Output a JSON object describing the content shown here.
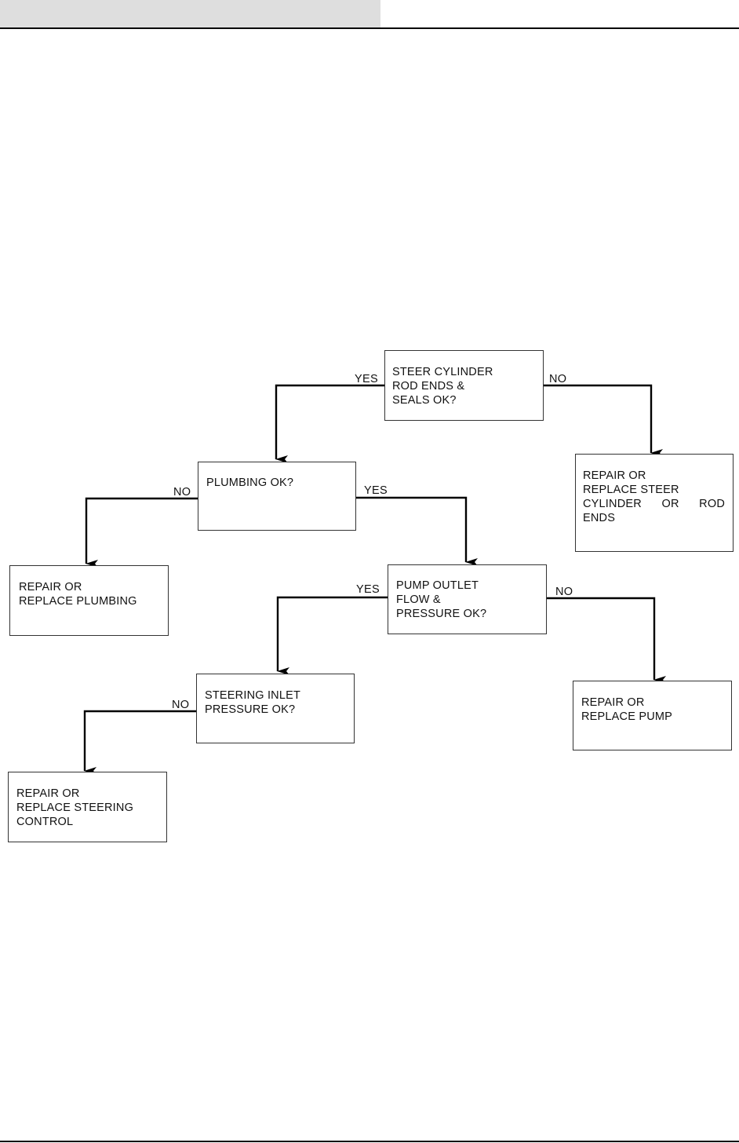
{
  "decisions": {
    "steer_cylinder": [
      "STEER CYLINDER",
      "ROD ENDS &",
      "SEALS OK?"
    ],
    "plumbing": [
      "PLUMBING OK?"
    ],
    "pump_outlet": [
      "PUMP OUTLET",
      "FLOW &",
      "PRESSURE OK?"
    ],
    "steering_inlet": [
      "STEERING INLET",
      "PRESSURE OK?"
    ]
  },
  "actions": {
    "replace_cylinder": [
      "REPAIR OR",
      "REPLACE STEER",
      [
        "CYLINDER",
        "OR",
        "ROD"
      ],
      "ENDS"
    ],
    "replace_plumbing": [
      "REPAIR OR",
      "REPLACE PLUMBING"
    ],
    "replace_pump": [
      "REPAIR OR",
      "REPLACE PUMP"
    ],
    "replace_control": [
      "REPAIR OR",
      "REPLACE STEERING",
      "CONTROL"
    ]
  },
  "branch_labels": {
    "yes": "YES",
    "no": "NO"
  }
}
